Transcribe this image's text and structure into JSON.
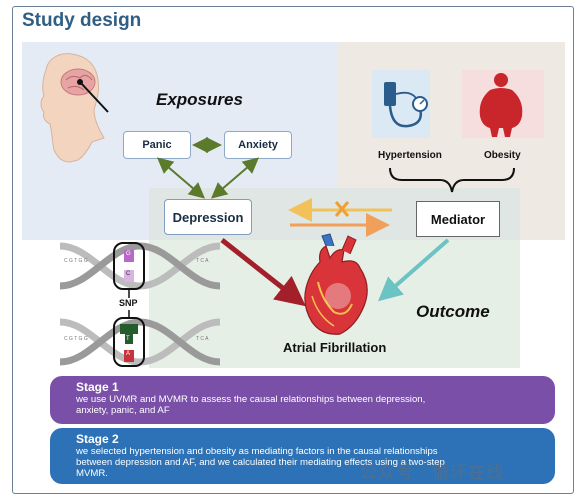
{
  "title": "Study design",
  "exposures": {
    "heading": "Exposures",
    "panic": "Panic",
    "anxiety": "Anxiety",
    "depression": "Depression"
  },
  "mediator": {
    "box": "Mediator",
    "hypertension": "Hypertension",
    "obesity": "Obesity"
  },
  "outcome": {
    "heading": "Outcome",
    "label": "Atrial Fibrillation"
  },
  "snp": {
    "label": "SNP",
    "strand1_left": "C G T G G",
    "strand1_right": "T C A",
    "strand2_left": "C G T G G",
    "strand2_right": "T C A",
    "base1_top": "G",
    "base1_bottom": "C",
    "base2_top": "T",
    "base2_bottom": "A"
  },
  "stages": [
    {
      "title": "Stage 1",
      "line1": "we use UVMR and MVMR to assess the causal relationships between depression,",
      "line2": "anxiety, panic, and AF"
    },
    {
      "title": "Stage 2",
      "line1": "we selected hypertension and obesity as mediating factors in the causal relationships",
      "line2": "between depression and AF, and we calculated their mediating effects using a two-step",
      "line3": "MVMR."
    }
  ],
  "watermark": "公众号 · 循环在线",
  "colors": {
    "title": "#2f5f84",
    "stage1": "#7a4fa8",
    "stage2": "#2d72b6",
    "arrow_red": "#a3202b",
    "arrow_teal": "#6cc3c4",
    "arrow_green": "#5b7a2b",
    "cross_orange": "#f0a030"
  },
  "icons": [
    "head-brain-icon",
    "blood-pressure-monitor-icon",
    "obese-person-icon",
    "heart-icon",
    "dna-helix-icon"
  ]
}
